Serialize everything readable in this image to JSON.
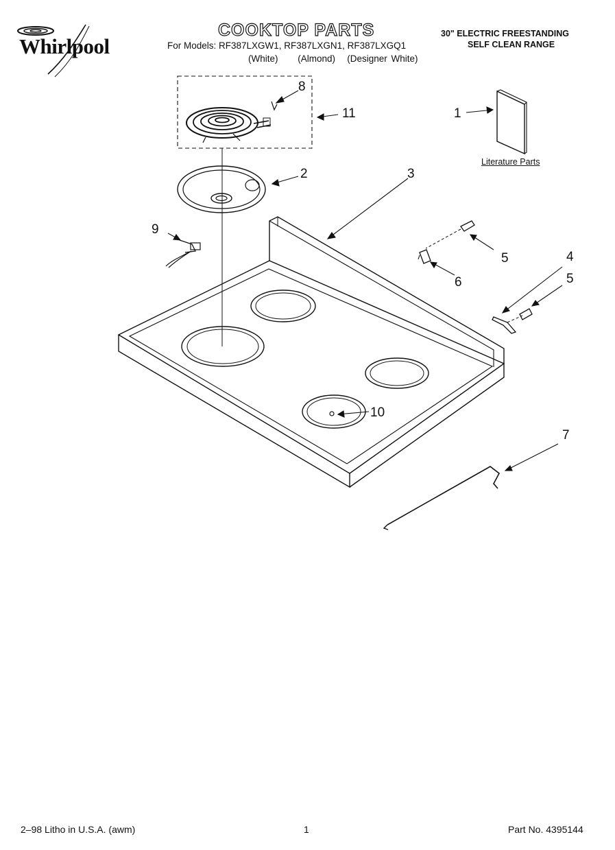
{
  "header": {
    "brand": "Whirlpool",
    "title": "COOKTOP PARTS",
    "models_line": "For Models: RF387LXGW1, RF387LXGN1, RF387LXGQ1",
    "colors_line": "(White)     (Almond)   (Designer White)",
    "range_line1": "30\" ELECTRIC FREESTANDING",
    "range_line2": "SELF CLEAN RANGE"
  },
  "diagram": {
    "literature_label": "Literature Parts",
    "callouts": [
      "1",
      "2",
      "3",
      "4",
      "5",
      "5",
      "6",
      "7",
      "8",
      "9",
      "10",
      "11"
    ]
  },
  "footer": {
    "left": "2–98 Litho in U.S.A. (awm)",
    "page": "1",
    "part_no": "Part No. 4395144"
  }
}
